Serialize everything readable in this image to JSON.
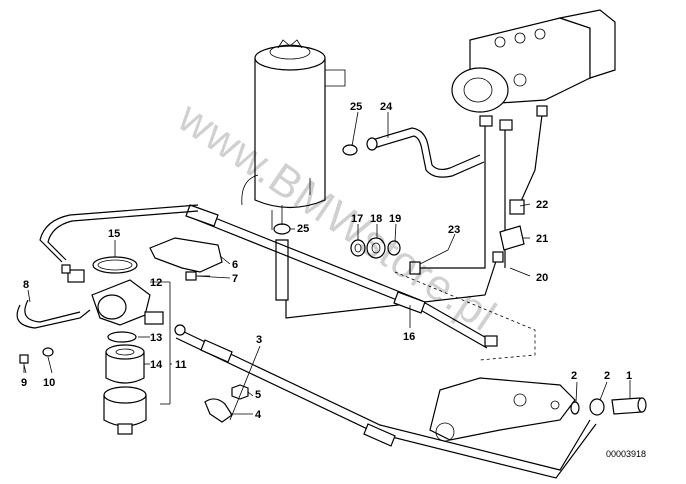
{
  "diagram": {
    "watermark": "www.BMWstore.pl",
    "reference_number": "00003918",
    "callouts": [
      {
        "id": "c1",
        "text": "1"
      },
      {
        "id": "c2a",
        "text": "2"
      },
      {
        "id": "c2b",
        "text": "2"
      },
      {
        "id": "c3",
        "text": "3"
      },
      {
        "id": "c4",
        "text": "4"
      },
      {
        "id": "c5",
        "text": "5"
      },
      {
        "id": "c6",
        "text": "6"
      },
      {
        "id": "c7",
        "text": "7"
      },
      {
        "id": "c8",
        "text": "8"
      },
      {
        "id": "c9",
        "text": "9"
      },
      {
        "id": "c10",
        "text": "10"
      },
      {
        "id": "c11",
        "text": "11"
      },
      {
        "id": "c12",
        "text": "12"
      },
      {
        "id": "c13",
        "text": "13"
      },
      {
        "id": "c14",
        "text": "14"
      },
      {
        "id": "c15",
        "text": "15"
      },
      {
        "id": "c16",
        "text": "16"
      },
      {
        "id": "c17",
        "text": "17"
      },
      {
        "id": "c18",
        "text": "18"
      },
      {
        "id": "c19",
        "text": "19"
      },
      {
        "id": "c20",
        "text": "20"
      },
      {
        "id": "c21",
        "text": "21"
      },
      {
        "id": "c22",
        "text": "22"
      },
      {
        "id": "c23",
        "text": "23"
      },
      {
        "id": "c24",
        "text": "24"
      },
      {
        "id": "c25a",
        "text": "25"
      },
      {
        "id": "c25b",
        "text": "25"
      }
    ]
  }
}
